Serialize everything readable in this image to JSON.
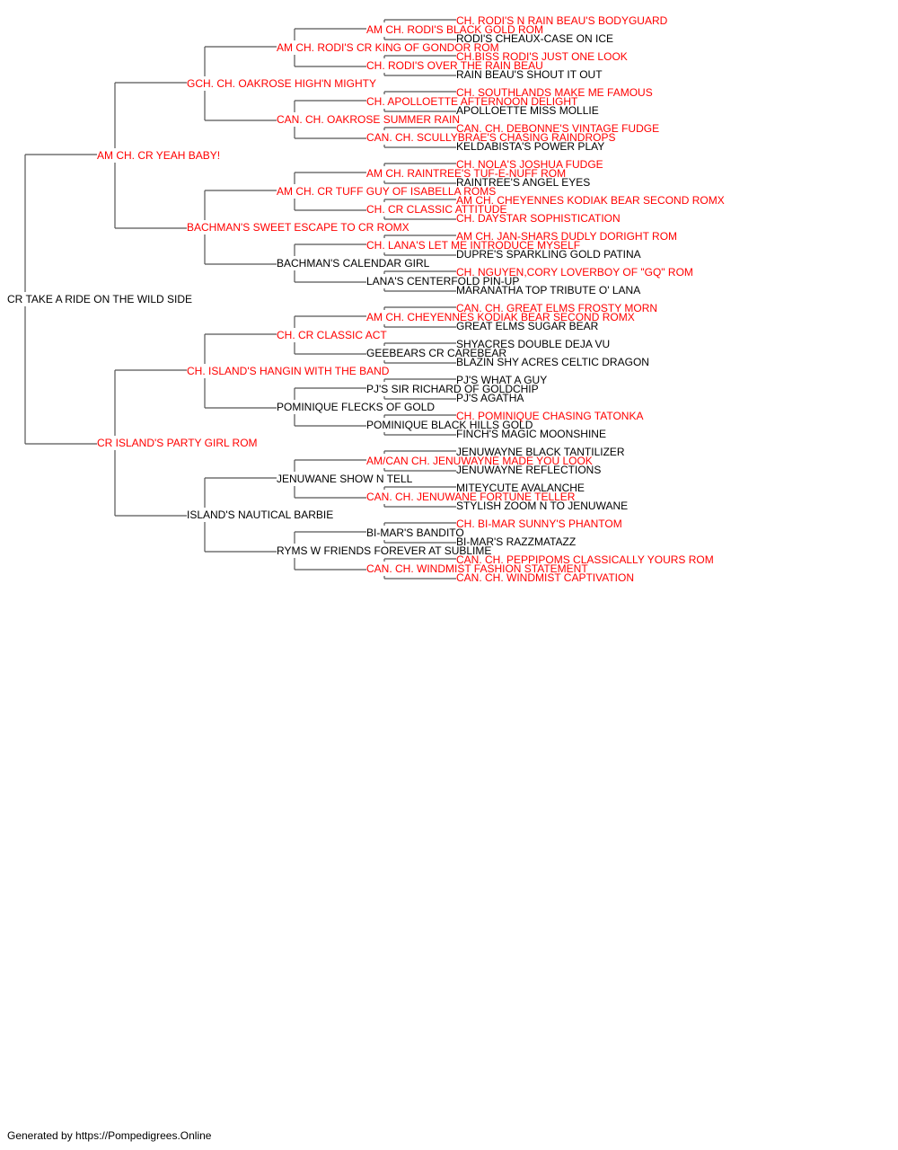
{
  "colors": {
    "champion": "#ff0000",
    "regular": "#000000",
    "line": "#555555"
  },
  "pedigree": {
    "name": "CR TAKE A RIDE ON THE WILD SIDE",
    "champion": false,
    "sire": {
      "name": "AM CH. CR YEAH BABY!",
      "champion": true,
      "sire": {
        "name": "GCH. CH. OAKROSE HIGH'N MIGHTY",
        "champion": true,
        "sire": {
          "name": "AM CH. RODI'S CR KING OF GONDOR ROM",
          "champion": true,
          "sire": {
            "name": "AM CH. RODI'S BLACK GOLD ROM",
            "champion": true,
            "sire": {
              "name": "CH. RODI'S N RAIN BEAU'S BODYGUARD",
              "champion": true
            },
            "dam": {
              "name": "RODI'S CHEAUX-CASE ON ICE",
              "champion": false
            }
          },
          "dam": {
            "name": "CH. RODI'S OVER THE RAIN BEAU",
            "champion": true,
            "sire": {
              "name": "CH.BISS RODI'S JUST ONE LOOK",
              "champion": true
            },
            "dam": {
              "name": "RAIN BEAU'S SHOUT IT OUT",
              "champion": false
            }
          }
        },
        "dam": {
          "name": "CAN. CH. OAKROSE SUMMER RAIN",
          "champion": true,
          "sire": {
            "name": "CH. APOLLOETTE AFTERNOON DELIGHT",
            "champion": true,
            "sire": {
              "name": "CH. SOUTHLANDS MAKE ME FAMOUS",
              "champion": true
            },
            "dam": {
              "name": "APOLLOETTE MISS MOLLIE",
              "champion": false
            }
          },
          "dam": {
            "name": "CAN. CH. SCULLYBRAE'S CHASING RAINDROPS",
            "champion": true,
            "sire": {
              "name": "CAN. CH. DEBONNE'S VINTAGE FUDGE",
              "champion": true
            },
            "dam": {
              "name": "KELDABISTA'S POWER PLAY",
              "champion": false
            }
          }
        }
      },
      "dam": {
        "name": "BACHMAN'S SWEET ESCAPE TO CR ROMX",
        "champion": true,
        "sire": {
          "name": "AM CH. CR TUFF GUY OF ISABELLA ROMS",
          "champion": true,
          "sire": {
            "name": "AM CH. RAINTREE'S TUF-E-NUFF ROM",
            "champion": true,
            "sire": {
              "name": "CH. NOLA'S JOSHUA FUDGE",
              "champion": true
            },
            "dam": {
              "name": "RAINTREE'S ANGEL EYES",
              "champion": false
            }
          },
          "dam": {
            "name": "CH. CR CLASSIC ATTITUDE",
            "champion": true,
            "sire": {
              "name": "AM CH. CHEYENNES KODIAK BEAR SECOND ROMX",
              "champion": true
            },
            "dam": {
              "name": "CH. DAYSTAR SOPHISTICATION",
              "champion": true
            }
          }
        },
        "dam": {
          "name": "BACHMAN'S CALENDAR GIRL",
          "champion": false,
          "sire": {
            "name": "CH. LANA'S LET ME INTRODUCE MYSELF",
            "champion": true,
            "sire": {
              "name": "AM CH. JAN-SHARS DUDLY DORIGHT ROM",
              "champion": true
            },
            "dam": {
              "name": "DUPRE'S SPARKLING GOLD PATINA",
              "champion": false
            }
          },
          "dam": {
            "name": "LANA'S CENTERFOLD PIN-UP",
            "champion": false,
            "sire": {
              "name": "CH. NGUYEN,CORY LOVERBOY OF \"GQ\" ROM",
              "champion": true
            },
            "dam": {
              "name": "MARANATHA TOP TRIBUTE O' LANA",
              "champion": false
            }
          }
        }
      }
    },
    "dam": {
      "name": "CR ISLAND'S PARTY GIRL ROM",
      "champion": true,
      "sire": {
        "name": "CH. ISLAND'S HANGIN WITH THE BAND",
        "champion": true,
        "sire": {
          "name": "CH. CR CLASSIC ACT",
          "champion": true,
          "sire": {
            "name": "AM CH. CHEYENNES KODIAK BEAR SECOND ROMX",
            "champion": true,
            "sire": {
              "name": "CAN. CH. GREAT ELMS FROSTY MORN",
              "champion": true
            },
            "dam": {
              "name": "GREAT ELMS SUGAR BEAR",
              "champion": false
            }
          },
          "dam": {
            "name": "GEEBEARS CR CAREBEAR",
            "champion": false,
            "sire": {
              "name": "SHYACRES DOUBLE DEJA VU",
              "champion": false
            },
            "dam": {
              "name": "BLAZIN SHY ACRES CELTIC DRAGON",
              "champion": false
            }
          }
        },
        "dam": {
          "name": "POMINIQUE FLECKS OF GOLD",
          "champion": false,
          "sire": {
            "name": "PJ'S SIR RICHARD OF GOLDCHIP",
            "champion": false,
            "sire": {
              "name": "PJ'S WHAT A GUY",
              "champion": false
            },
            "dam": {
              "name": "PJ'S AGATHA",
              "champion": false
            }
          },
          "dam": {
            "name": "POMINIQUE BLACK HILLS GOLD",
            "champion": false,
            "sire": {
              "name": "CH. POMINIQUE CHASING TATONKA",
              "champion": true
            },
            "dam": {
              "name": "FINCH'S MAGIC MOONSHINE",
              "champion": false
            }
          }
        }
      },
      "dam": {
        "name": "ISLAND'S NAUTICAL BARBIE",
        "champion": false,
        "sire": {
          "name": "JENUWANE SHOW N TELL",
          "champion": false,
          "sire": {
            "name": "AM/CAN CH. JENUWAYNE MADE YOU LOOK",
            "champion": true,
            "sire": {
              "name": "JENUWAYNE BLACK TANTILIZER",
              "champion": false
            },
            "dam": {
              "name": "JENUWAYNE REFLECTIONS",
              "champion": false
            }
          },
          "dam": {
            "name": "CAN. CH. JENUWANE FORTUNE TELLER",
            "champion": true,
            "sire": {
              "name": "MITEYCUTE AVALANCHE",
              "champion": false
            },
            "dam": {
              "name": "STYLISH ZOOM N TO JENUWANE",
              "champion": false
            }
          }
        },
        "dam": {
          "name": "RYMS W FRIENDS FOREVER AT SUBLIME",
          "champion": false,
          "sire": {
            "name": "BI-MAR'S BANDITO",
            "champion": false,
            "sire": {
              "name": "CH. BI-MAR SUNNY'S PHANTOM",
              "champion": true
            },
            "dam": {
              "name": "BI-MAR'S RAZZMATAZZ",
              "champion": false
            }
          },
          "dam": {
            "name": "CAN. CH. WINDMIST FASHION STATEMENT",
            "champion": true,
            "sire": {
              "name": "CAN. CH. PEPPIPOMS CLASSICALLY YOURS ROM",
              "champion": true
            },
            "dam": {
              "name": "CAN. CH. WINDMIST CAPTIVATION",
              "champion": true
            }
          }
        }
      }
    }
  },
  "footer": "Generated by https://Pompedigrees.Online"
}
